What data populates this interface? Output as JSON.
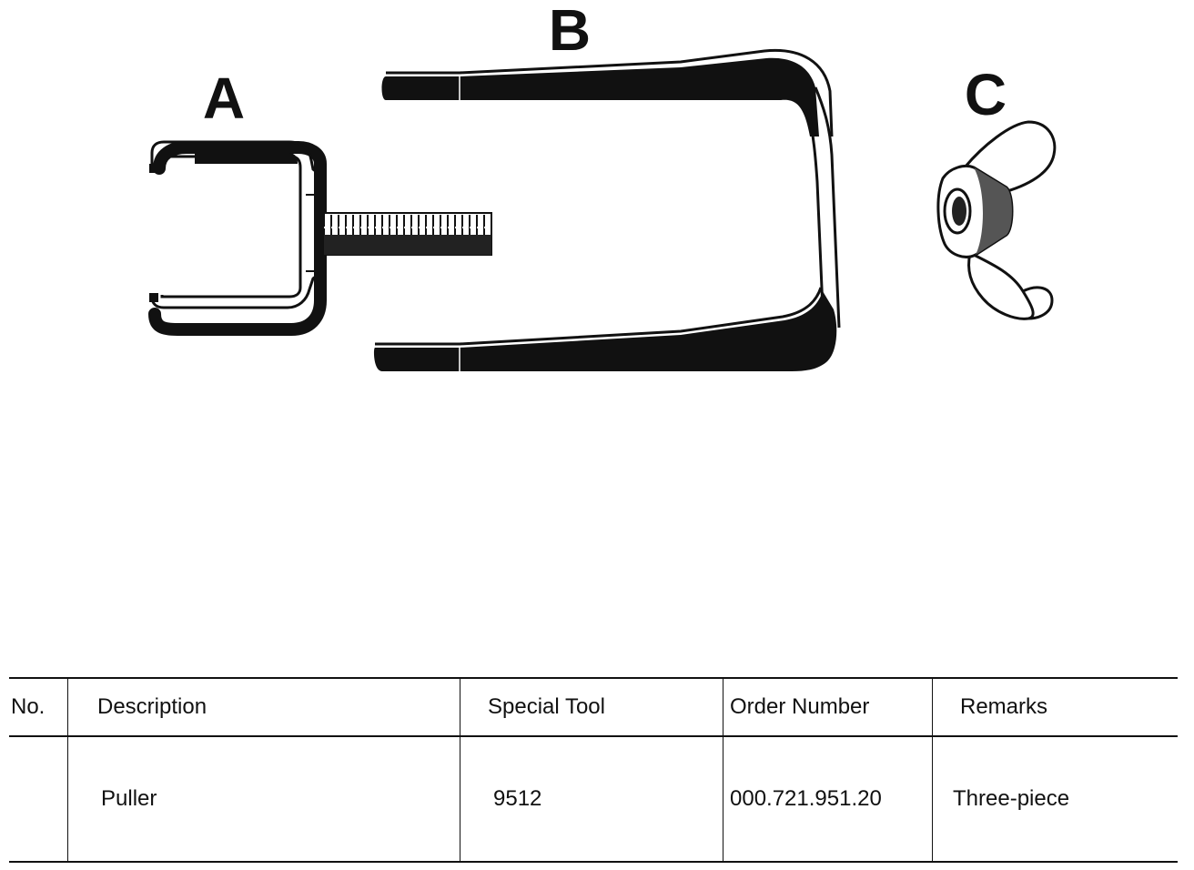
{
  "figure": {
    "labels": {
      "a": "A",
      "b": "B",
      "c": "C"
    }
  },
  "table": {
    "headers": {
      "no": "No.",
      "description": "Description",
      "special_tool": "Special Tool",
      "order_number": "Order Number",
      "remarks": "Remarks"
    },
    "rows": [
      {
        "no": "",
        "description": "Puller",
        "special_tool": "9512",
        "order_number": "000.721.951.20",
        "remarks": "Three-piece"
      }
    ]
  }
}
